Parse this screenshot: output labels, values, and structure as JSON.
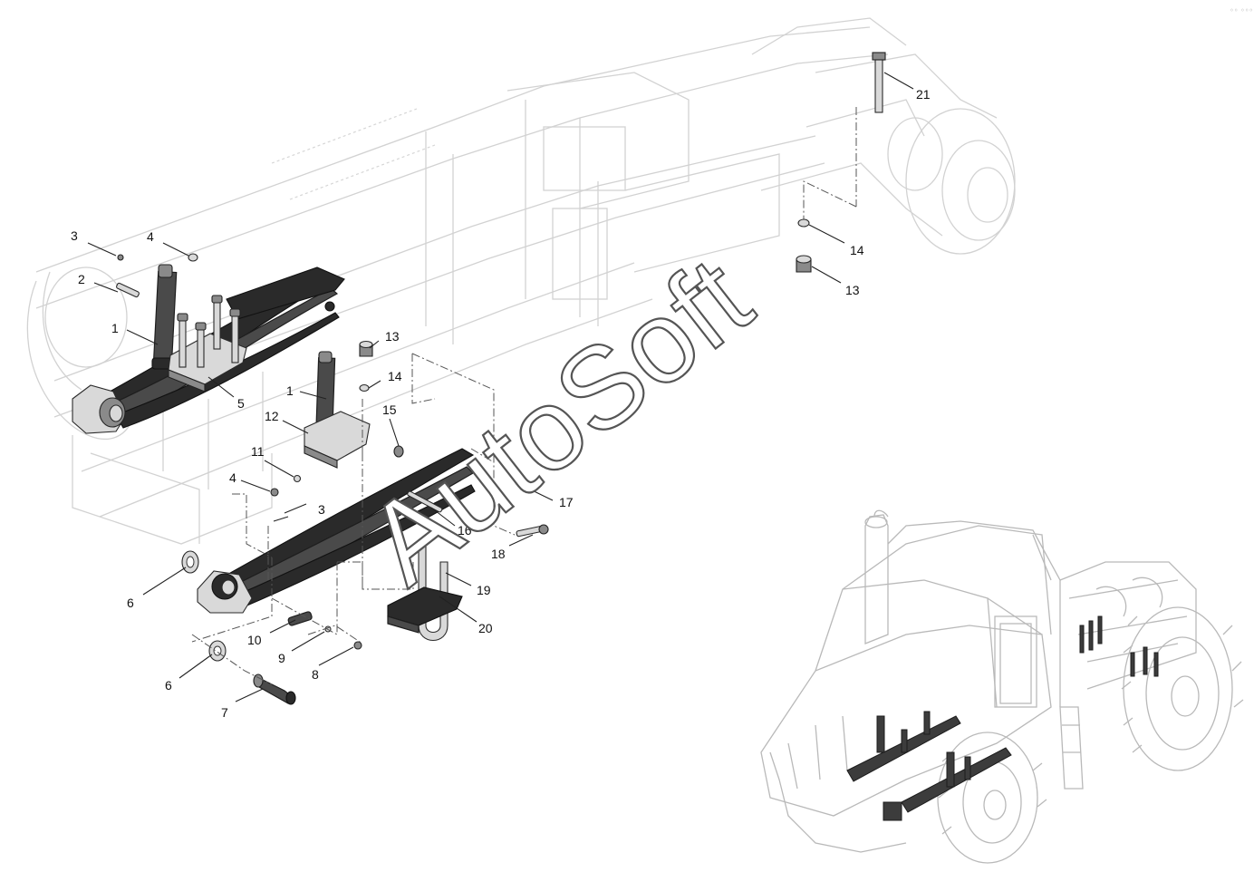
{
  "watermark": "AutoSoft",
  "corner_mark": "◦◦ ◦◦◦",
  "callouts": [
    {
      "id": "c21",
      "text": "21"
    },
    {
      "id": "c14a",
      "text": "14"
    },
    {
      "id": "c13a",
      "text": "13"
    },
    {
      "id": "c3a",
      "text": "3"
    },
    {
      "id": "c4a",
      "text": "4"
    },
    {
      "id": "c2",
      "text": "2"
    },
    {
      "id": "c1a",
      "text": "1"
    },
    {
      "id": "c5",
      "text": "5"
    },
    {
      "id": "c13b",
      "text": "13"
    },
    {
      "id": "c14b",
      "text": "14"
    },
    {
      "id": "c1b",
      "text": "1"
    },
    {
      "id": "c15",
      "text": "15"
    },
    {
      "id": "c12",
      "text": "12"
    },
    {
      "id": "c11",
      "text": "11"
    },
    {
      "id": "c4b",
      "text": "4"
    },
    {
      "id": "c3b",
      "text": "3"
    },
    {
      "id": "c17",
      "text": "17"
    },
    {
      "id": "c16",
      "text": "16"
    },
    {
      "id": "c18",
      "text": "18"
    },
    {
      "id": "c19",
      "text": "19"
    },
    {
      "id": "c6a",
      "text": "6"
    },
    {
      "id": "c20",
      "text": "20"
    },
    {
      "id": "c10",
      "text": "10"
    },
    {
      "id": "c9",
      "text": "9"
    },
    {
      "id": "c8",
      "text": "8"
    },
    {
      "id": "c6b",
      "text": "6"
    },
    {
      "id": "c7",
      "text": "7"
    }
  ]
}
